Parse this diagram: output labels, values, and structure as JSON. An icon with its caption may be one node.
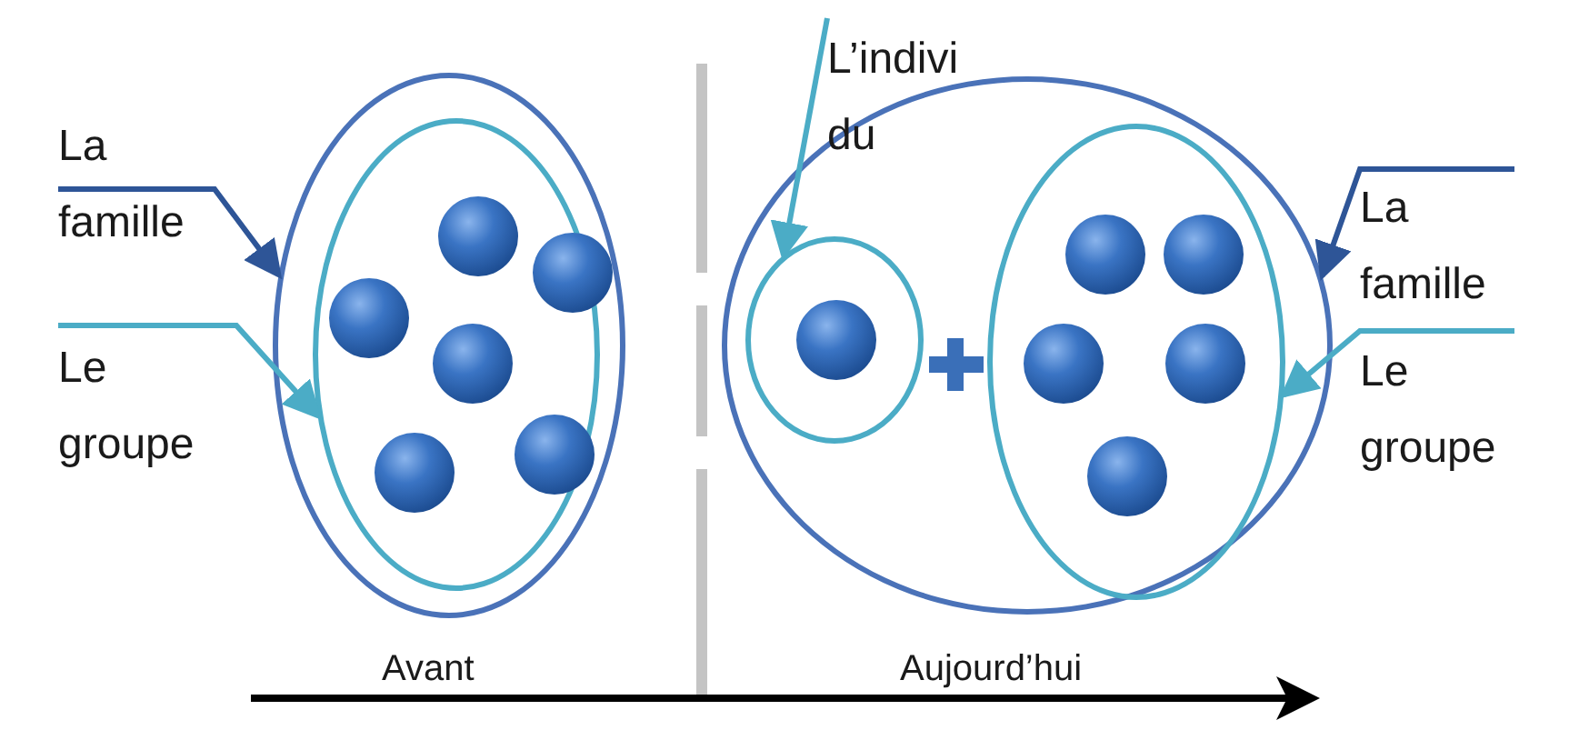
{
  "diagram": {
    "nodes": [
      {
        "text": [
          "La famille"
        ]
      },
      {
        "text": [
          "Le groupe"
        ]
      },
      {
        "text": [],
        "shape": "circle"
      },
      {
        "text": [],
        "shape": "circle",
        "in": 2
      },
      {
        "text": [
          "L’indivi du"
        ]
      },
      {
        "text": [],
        "shape": "circle"
      },
      {
        "text": [],
        "shape": "circle",
        "in": 5
      },
      {
        "text": [],
        "shape": "circle",
        "in": 5
      },
      {
        "text": [
          "La famille"
        ]
      },
      {
        "text": [
          "Le groupe"
        ]
      }
    ],
    "edges": [
      {
        "from": 0,
        "to": 2,
        "arrow": "to",
        "color": "#2e5597"
      },
      {
        "from": 1,
        "to": 3,
        "arrow": "to",
        "color": "#4bacc6"
      },
      {
        "from": 4,
        "to": 6,
        "arrow": "to",
        "color": "#4bacc6"
      },
      {
        "from": 8,
        "to": 5,
        "arrow": "to",
        "color": "#2e5597"
      },
      {
        "from": 9,
        "to": 7,
        "arrow": "to",
        "color": "#4bacc6"
      }
    ],
    "labels": [
      "Avant",
      "Aujourd’hui"
    ]
  }
}
